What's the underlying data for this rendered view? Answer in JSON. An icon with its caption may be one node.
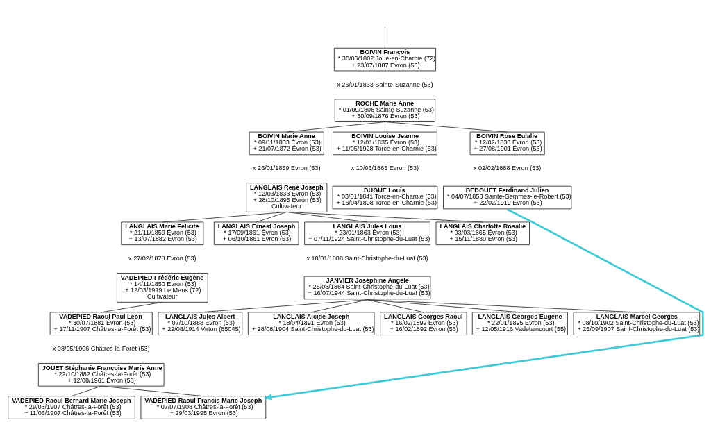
{
  "diagram": {
    "nodes": [
      {
        "text": [
          "BOIVIN François",
          "* 30/06/1802 Joué-en-Charnie (72)",
          "+ 23/07/1887 Évron (53)"
        ],
        "beside": [
          "x 26/01/1833 Sainte-Suzanne (53)"
        ]
      },
      {
        "text": [
          "ROCHE Marie Anne",
          "* 01/09/1808 Sainte-Suzanne (53)",
          "+ 30/09/1876 Évron (53)"
        ]
      },
      {
        "text": [
          "BOIVIN Marie Anne",
          "* 09/11/1833 Évron (53)",
          "+ 21/07/1872 Évron (53)"
        ],
        "beside": [
          "x 26/01/1859 Évron (53)"
        ]
      },
      {
        "text": [
          "BOIVIN Louise Jeanne",
          "* 12/01/1835 Évron (53)",
          "+ 11/05/1928 Torce-en-Charnie (53)"
        ],
        "beside": [
          "x 10/06/1865 Évron (53)"
        ]
      },
      {
        "text": [
          "BOIVIN Rose Eulalie",
          "* 12/02/1836 Évron (53)",
          "+ 27/08/1901 Évron (53)"
        ],
        "beside": [
          "x 02/02/1888 Évron (53)"
        ]
      },
      {
        "text": [
          "LANGLAIS René Joseph",
          "* 12/03/1833 Évron (53)",
          "+ 28/10/1895 Évron (53)",
          "Cultivateur"
        ]
      },
      {
        "text": [
          "DUGUÉ Louis",
          "* 03/01/1841 Torce-en-Charnie (53)",
          "+ 16/04/1898 Torce-en-Charnie (53)"
        ]
      },
      {
        "text": [
          "BEDOUET Ferdinand Julien",
          "* 04/07/1853 Sainte-Gemmes-le-Robert (53)",
          "+ 22/02/1919 Évron (53)"
        ]
      },
      {
        "text": [
          "LANGLAIS Marie Félicité",
          "* 21/11/1859 Évron (53)",
          "+ 13/07/1882 Évron (53)"
        ],
        "beside": [
          "x 27/02/1878 Évron (53)"
        ]
      },
      {
        "text": [
          "LANGLAIS Ernest Joseph",
          "* 17/09/1861 Évron (53)",
          "+ 06/10/1861 Évron (53)"
        ]
      },
      {
        "text": [
          "LANGLAIS Jules Louis",
          "* 23/01/1863 Évron (53)",
          "+ 07/11/1924 Saint-Christophe-du-Luat (53)"
        ],
        "beside": [
          "x 10/01/1888 Saint-Christophe-du-Luat (53)"
        ]
      },
      {
        "text": [
          "LANGLAIS Charlotte Rosalie",
          "* 03/03/1865 Évron (53)",
          "+ 15/11/1880 Évron (53)"
        ]
      },
      {
        "text": [
          "VADEPIED Frédéric Eugène",
          "* 14/11/1850 Évron (53)",
          "+ 12/03/1919 Le Mans (72)",
          "Cultivateur"
        ]
      },
      {
        "text": [
          "JANVIER Joséphine Angèle",
          "* 25/08/1864 Saint-Christophe-du-Luat (53)",
          "+ 16/07/1944 Saint-Christophe-du-Luat (53)"
        ]
      },
      {
        "text": [
          "VADEPIED Raoul Paul Léon",
          "* 30/07/1881 Évron (53)",
          "+ 17/11/1907 Châtres-la-Forêt (53)"
        ],
        "beside": [
          "x 08/05/1906 Châtres-la-Forêt (53)"
        ]
      },
      {
        "text": [
          "LANGLAIS Jules Albert",
          "* 07/10/1888 Évron (53)",
          "+ 22/08/1914 Virton (85045)"
        ]
      },
      {
        "text": [
          "LANGLAIS Alcide Joseph",
          "* 18/04/1891 Évron (53)",
          "+ 28/08/1904 Saint-Christophe-du-Luat (53)"
        ]
      },
      {
        "text": [
          "LANGLAIS Georges Raoul",
          "* 16/02/1892 Évron (53)",
          "+ 16/02/1892 Évron (53)"
        ]
      },
      {
        "text": [
          "LANGLAIS Georges Eugène",
          "* 22/01/1895 Évron (53)",
          "+ 12/05/1916 Vadelaincourt (55)"
        ]
      },
      {
        "text": [
          "LANGLAIS Marcel Georges",
          "* 08/10/1902 Saint-Christophe-du-Luat (53)",
          "+ 25/09/1907 Saint-Christophe-du-Luat (53)"
        ]
      },
      {
        "text": [
          "JOUET Stéphanie Françoise Marie Anne",
          "* 22/10/1882 Châtres-la-Forêt (53)",
          "+ 12/08/1961 Évron (53)"
        ]
      },
      {
        "text": [
          "VADEPIED Raoul Bernard Marie Joseph",
          "* 29/03/1907 Châtres-la-Forêt (53)",
          "+ 11/06/1907 Châtres-la-Forêt (53)"
        ]
      },
      {
        "text": [
          "VADEPIED Raoul Francis Marie Joseph",
          "* 07/07/1908 Châtres-la-Forêt (53)",
          "+ 29/03/1995 Évron (53)"
        ]
      }
    ],
    "edges": [
      {
        "from": null,
        "to": 0,
        "arrow": "none"
      },
      {
        "from": 1,
        "to": 2,
        "arrow": "none"
      },
      {
        "from": 1,
        "to": 3,
        "arrow": "none"
      },
      {
        "from": 1,
        "to": 4,
        "arrow": "none"
      },
      {
        "from": 5,
        "to": 8,
        "arrow": "none"
      },
      {
        "from": 5,
        "to": 9,
        "arrow": "none"
      },
      {
        "from": 5,
        "to": 10,
        "arrow": "none"
      },
      {
        "from": 5,
        "to": 11,
        "arrow": "none"
      },
      {
        "from": 12,
        "to": 14,
        "arrow": "none"
      },
      {
        "from": 13,
        "to": 15,
        "arrow": "none"
      },
      {
        "from": 13,
        "to": 16,
        "arrow": "none"
      },
      {
        "from": 13,
        "to": 17,
        "arrow": "none"
      },
      {
        "from": 13,
        "to": 18,
        "arrow": "none"
      },
      {
        "from": 13,
        "to": 19,
        "arrow": "none"
      },
      {
        "from": 20,
        "to": 21,
        "arrow": "none"
      },
      {
        "from": 20,
        "to": 22,
        "arrow": "none"
      },
      {
        "from": 7,
        "to": 22,
        "arrow": "to",
        "style": "thick",
        "color": "#3fc9d4"
      }
    ]
  }
}
